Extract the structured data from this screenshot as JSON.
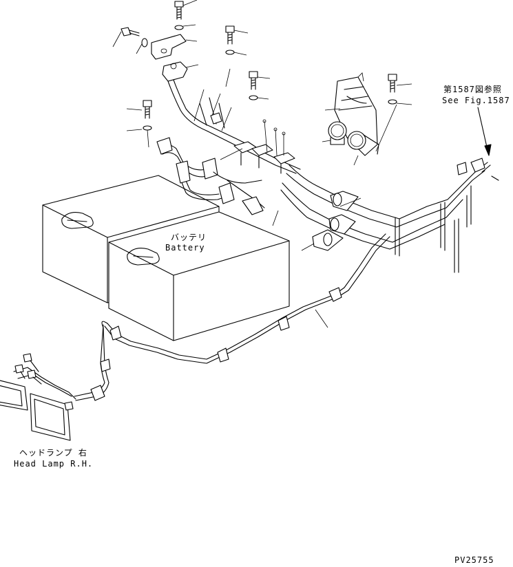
{
  "labels": {
    "battery_jp": "バッテリ",
    "battery_en": "Battery",
    "headlamp_jp": "ヘッドランプ 右",
    "headlamp_en": "Head Lamp R.H.",
    "see_fig_jp": "第1587図参照",
    "see_fig_en": "See Fig.1587",
    "part_code": "PV25755"
  }
}
